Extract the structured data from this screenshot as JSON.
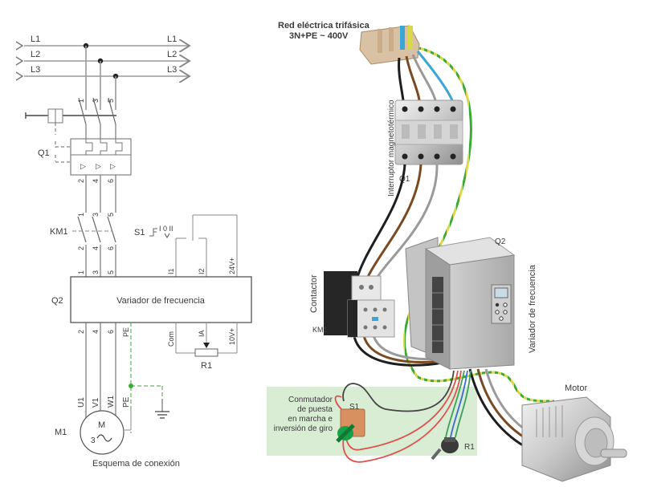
{
  "schematic": {
    "title": "Esquema de conexión",
    "bus_lines": [
      {
        "left": "L1",
        "right": "L1"
      },
      {
        "left": "L2",
        "right": "L2"
      },
      {
        "left": "L3",
        "right": "L3"
      }
    ],
    "q1": {
      "label": "Q1",
      "top_terminals": [
        "1",
        "3",
        "5"
      ],
      "bottom_terminals": [
        "2",
        "4",
        "6"
      ]
    },
    "km1": {
      "label": "KM1",
      "top_terminals": [
        "1",
        "3",
        "5"
      ],
      "bottom_terminals": [
        "2",
        "4",
        "6"
      ]
    },
    "s1": {
      "label": "S1",
      "positions": "I 0 II"
    },
    "q2": {
      "label": "Q2",
      "box_text": "Variador de frecuencia",
      "top_terminals": [
        "1",
        "3",
        "5",
        "I1",
        "I2",
        "24V+"
      ],
      "bottom_terminals": [
        "2",
        "4",
        "6",
        "PE",
        "Com",
        "IA",
        "10V+"
      ]
    },
    "r1": {
      "label": "R1"
    },
    "motor": {
      "label": "M1",
      "symbol_top": "M",
      "symbol_bottom": "3",
      "terminals": [
        "U1",
        "V1",
        "W1",
        "PE"
      ]
    }
  },
  "illustration": {
    "supply_title": "Red eléctrica trifásica",
    "supply_spec": "3N+PE ~ 400V",
    "breaker_caption": "Interruptor magnetotérmico",
    "breaker_label": "Q1",
    "contactor_caption": "Contactor",
    "contactor_label": "KM1",
    "drive_label": "Q2",
    "drive_caption": "Variador de frecuencia",
    "switch_caption": [
      "Conmutador",
      "de puesta",
      "en marcha e",
      "inversión de giro"
    ],
    "switch_label": "S1",
    "pot_label": "R1",
    "motor_caption": "Motor"
  },
  "colors": {
    "line": "#8c8c8c",
    "pe_green": "#3aaa35",
    "panel_bg": "#d9ecd4",
    "wire_black": "#1e1e1e",
    "wire_brown": "#7a4a22",
    "wire_grey": "#9a9a9a",
    "wire_blue": "#3aa6d6",
    "wire_pe_yellow": "#d8d84a",
    "wire_red": "#e0504a",
    "wire_green": "#3aa05a",
    "knob_green": "#18a048",
    "switch_orange": "#d99060"
  }
}
